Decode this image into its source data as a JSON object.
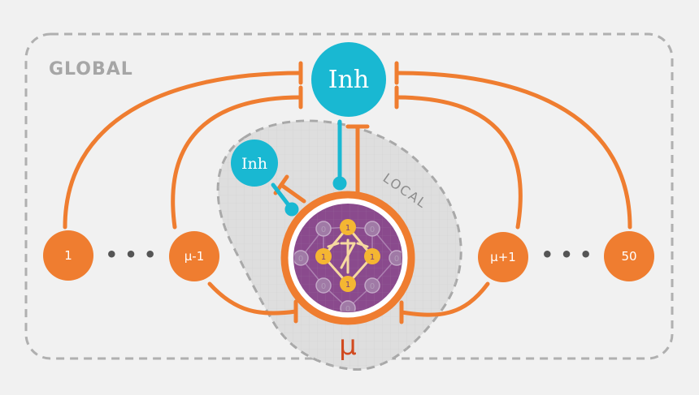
{
  "labels": {
    "global": "GLOBAL",
    "local": "LOCAL",
    "inh_global": "Inh",
    "inh_local": "Inh",
    "mu": "μ",
    "ellipsis_left": "• • •",
    "ellipsis_right": "• • •"
  },
  "nodes": {
    "first": "1",
    "prev": "μ-1",
    "next": "μ+1",
    "last": "50"
  },
  "units": {
    "top": "1",
    "left": "1",
    "right": "1",
    "bottom": "1",
    "off": "0"
  },
  "colors": {
    "orange": "#ef7d30",
    "cyan": "#19b8d2",
    "purple": "#8a4a8d",
    "yellow": "#f4b632",
    "boundary": "#b0b0b0",
    "local_region": "#dcdcdc"
  }
}
